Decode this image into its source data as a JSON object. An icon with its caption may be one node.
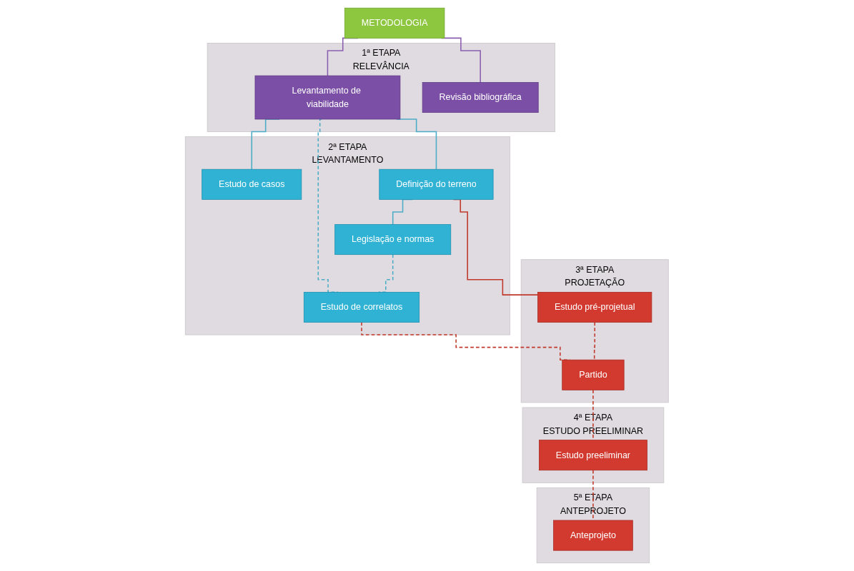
{
  "diagram": {
    "nodes": [
      {
        "text": [
          "METODOLOGIA"
        ]
      },
      {
        "text": [
          "1ª ETAPA",
          "RELEVÂNCIA"
        ]
      },
      {
        "text": [
          "Levantamento de viabilidade"
        ],
        "in": 1
      },
      {
        "text": [
          "Revisão bibliográfica"
        ],
        "in": 1
      },
      {
        "text": [
          "2ª ETAPA",
          "LEVANTAMENTO"
        ]
      },
      {
        "text": [
          "Estudo de casos"
        ],
        "in": 4
      },
      {
        "text": [
          "Definição do terreno"
        ],
        "in": 4
      },
      {
        "text": [
          "Legislação e normas"
        ],
        "in": 4
      },
      {
        "text": [
          "Estudo de correlatos"
        ],
        "in": 4
      },
      {
        "text": [
          "3ª ETAPA",
          "PROJETAÇÃO"
        ]
      },
      {
        "text": [
          "Estudo pré-projetual"
        ],
        "in": 9
      },
      {
        "text": [
          "Partido"
        ],
        "in": 9
      },
      {
        "text": [
          "4ª ETAPA",
          "ESTUDO PREELIMINAR"
        ]
      },
      {
        "text": [
          "Estudo preeliminar"
        ],
        "in": 12
      },
      {
        "text": [
          "5ª ETAPA",
          "ANTEPROJETO"
        ]
      },
      {
        "text": [
          "Anteprojeto"
        ],
        "in": 14
      }
    ],
    "edges": [
      {
        "from": 0,
        "to": 2,
        "arrow": "none",
        "color": "#8a5fb0"
      },
      {
        "from": 0,
        "to": 3,
        "arrow": "none",
        "color": "#8a5fb0"
      },
      {
        "from": 2,
        "to": 5,
        "arrow": "none",
        "color": "#4bacc6"
      },
      {
        "from": 2,
        "to": 6,
        "arrow": "none",
        "color": "#4bacc6"
      },
      {
        "from": 2,
        "to": 8,
        "arrow": "none",
        "style": "dashed",
        "color": "#4bacc6"
      },
      {
        "from": 6,
        "to": 7,
        "arrow": "none",
        "color": "#4bacc6"
      },
      {
        "from": 7,
        "to": 8,
        "arrow": "none",
        "style": "dashed",
        "color": "#4bacc6"
      },
      {
        "from": 6,
        "to": 10,
        "arrow": "none",
        "color": "#c0392b"
      },
      {
        "from": 8,
        "to": 11,
        "arrow": "none",
        "style": "dashed",
        "color": "#c0392b"
      },
      {
        "from": 10,
        "to": 11,
        "arrow": "none",
        "style": "dashed",
        "color": "#c0392b"
      },
      {
        "from": 11,
        "to": 13,
        "arrow": "none",
        "style": "dashed",
        "color": "#c0392b"
      },
      {
        "from": 13,
        "to": 15,
        "arrow": "none",
        "style": "dashed",
        "color": "#c0392b"
      }
    ]
  }
}
